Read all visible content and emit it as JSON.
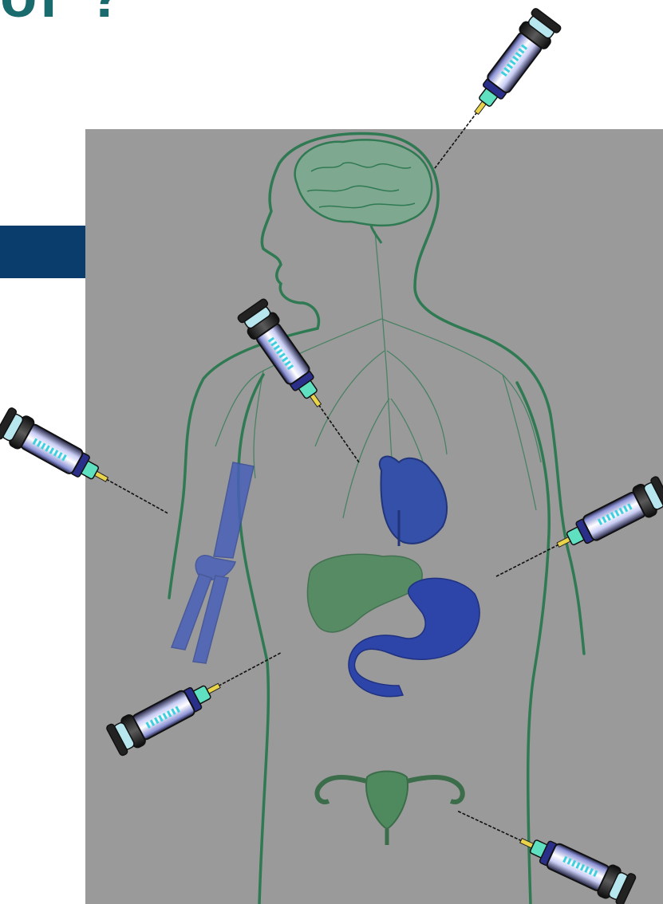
{
  "slide": {
    "heading_fragment": "or ?"
  },
  "colors": {
    "heading": "#1a6b6e",
    "side_bar": "#0b3d6c",
    "panel": "#9a9a9a",
    "body_outline": "#2f7a52",
    "organ_blue": "#3550a8",
    "organ_green": "#4f8a5e"
  },
  "syringes": [
    {
      "target": "brain"
    },
    {
      "target": "heart"
    },
    {
      "target": "arm-bone"
    },
    {
      "target": "stomach"
    },
    {
      "target": "liver"
    },
    {
      "target": "uterus"
    }
  ]
}
